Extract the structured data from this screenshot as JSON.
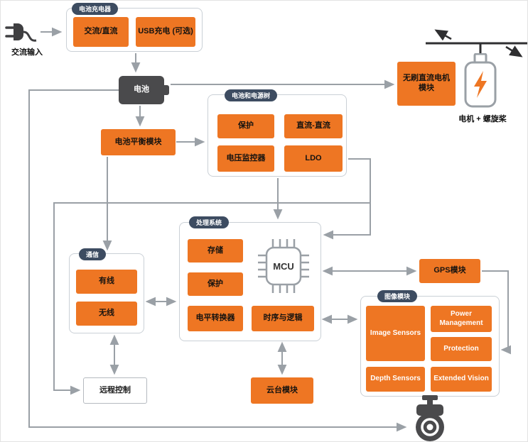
{
  "colors": {
    "orange": "#EE7623",
    "wire": "#9AA0A6",
    "badge": "#3D4C61",
    "dark": "#4A4A4C"
  },
  "ac_input": {
    "label": "交流输入"
  },
  "charger": {
    "title": "电池充电器",
    "acdc": "交流/直流",
    "usb": "USB充电 (可选)"
  },
  "battery": {
    "label": "电池"
  },
  "balance": {
    "label": "电池平衡模块"
  },
  "power_tree": {
    "title": "电池和电源树",
    "protection": "保护",
    "dcdc": "直流-直流",
    "voltage_monitor": "电压监控器",
    "ldo": "LDO"
  },
  "motor": {
    "module": "无刷直流电机模块",
    "caption": "电机 + 螺旋桨"
  },
  "processing": {
    "title": "处理系统",
    "storage": "存储",
    "protection": "保护",
    "level_translator": "电平转换器",
    "timing_logic": "时序与逻辑",
    "mcu": "MCU"
  },
  "comm": {
    "title": "通信",
    "wired": "有线",
    "wireless": "无线"
  },
  "remote": {
    "label": "远程控制"
  },
  "gimbal": {
    "label": "云台模块"
  },
  "gps": {
    "label": "GPS模块"
  },
  "image_module": {
    "title": "图像模块",
    "image_sensors": "Image Sensors",
    "power_management": "Power Management",
    "protection": "Protection",
    "depth_sensors": "Depth Sensors",
    "extended_vision": "Extended Vision"
  },
  "connections": [
    {
      "from": "ac-plug",
      "to": "battery-charger",
      "arrow": "right"
    },
    {
      "from": "battery-charger",
      "to": "battery",
      "arrow": "down"
    },
    {
      "from": "battery",
      "to": "battery-balance",
      "arrow": "down"
    },
    {
      "from": "battery-balance",
      "to": "battery-power-tree",
      "arrow": "right"
    },
    {
      "from": "battery",
      "to": "bldc-motor-module",
      "arrow": "right"
    },
    {
      "from": "battery-power-tree",
      "to": "processing-system",
      "arrow": "down"
    },
    {
      "from": "battery-balance",
      "to": "communication",
      "arrow": "down"
    },
    {
      "from": "communication",
      "to": "processing-system",
      "arrow": "both"
    },
    {
      "from": "processing-system",
      "to": "gps-module",
      "arrow": "both"
    },
    {
      "from": "processing-system",
      "to": "image-module",
      "arrow": "both"
    },
    {
      "from": "processing-system",
      "to": "gimbal-module",
      "arrow": "both"
    },
    {
      "from": "communication",
      "to": "remote-control",
      "arrow": "both"
    },
    {
      "from": "battery-power-tree",
      "to": "remote-control",
      "arrow": "left-loop"
    },
    {
      "from": "battery-power-tree",
      "to": "processing-system-right",
      "arrow": "left"
    },
    {
      "from": "battery",
      "to": "camera",
      "arrow": "bottom-loop"
    },
    {
      "from": "gps-module",
      "to": "image-module",
      "arrow": "right-loop"
    }
  ]
}
